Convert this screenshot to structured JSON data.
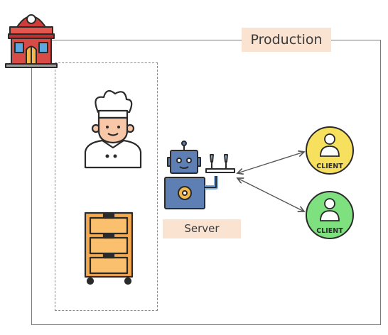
{
  "diagram": {
    "production_label": "Production",
    "server_label": "Server",
    "client_top_label": "CLIENT",
    "client_bottom_label": "CLIENT"
  },
  "colors": {
    "label_bg": "#fbe3d1",
    "client_top_bg": "#f6e05e",
    "client_bottom_bg": "#7fe07f",
    "robot_body": "#5d7fb3",
    "drawer_orange": "#f5a84c",
    "restaurant_red": "#cf3c3a"
  },
  "icons": [
    "restaurant-icon",
    "chef-icon",
    "drawer-cabinet-icon",
    "robot-waiter-icon",
    "client-icon"
  ]
}
